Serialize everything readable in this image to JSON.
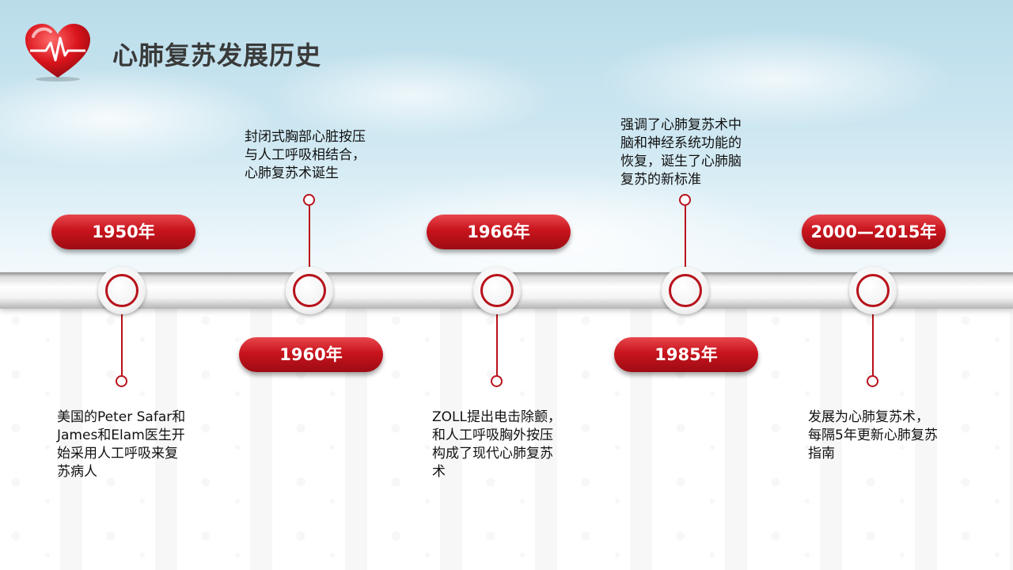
{
  "slide": {
    "title": "心肺复苏发展历史"
  },
  "colors": {
    "accent": "#c8141d",
    "accent_dark": "#9d0b13",
    "title_text": "#3a3a3a",
    "body_text": "#111111"
  },
  "timeline": [
    {
      "year": "1950年",
      "text": "美国的Peter Safar和\nJames和Elam医生开\n始采用人工呼吸来复\n苏病人"
    },
    {
      "year": "1960年",
      "text": "封闭式胸部心脏按压\n与人工呼吸相结合，\n心肺复苏术诞生"
    },
    {
      "year": "1966年",
      "text": "ZOLL提出电击除颤，\n和人工呼吸胸外按压\n构成了现代心肺复苏\n术"
    },
    {
      "year": "1985年",
      "text": "强调了心肺复苏术中\n脑和神经系统功能的\n恢复，诞生了心肺脑\n复苏的新标准"
    },
    {
      "year": "2000—2015年",
      "text": "发展为心肺复苏术，\n每隔5年更新心肺复苏\n指南"
    }
  ]
}
